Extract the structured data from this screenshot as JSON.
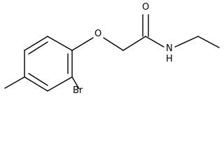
{
  "molecule": {
    "atom_labels": {
      "oxygen_ether": "O",
      "oxygen_carbonyl": "O",
      "amide_nitrogen": "N",
      "amide_hydrogen": "H",
      "bromine": "Br"
    },
    "colors": {
      "bond": "#000000",
      "label": "#000000",
      "background": "#ffffff"
    }
  }
}
